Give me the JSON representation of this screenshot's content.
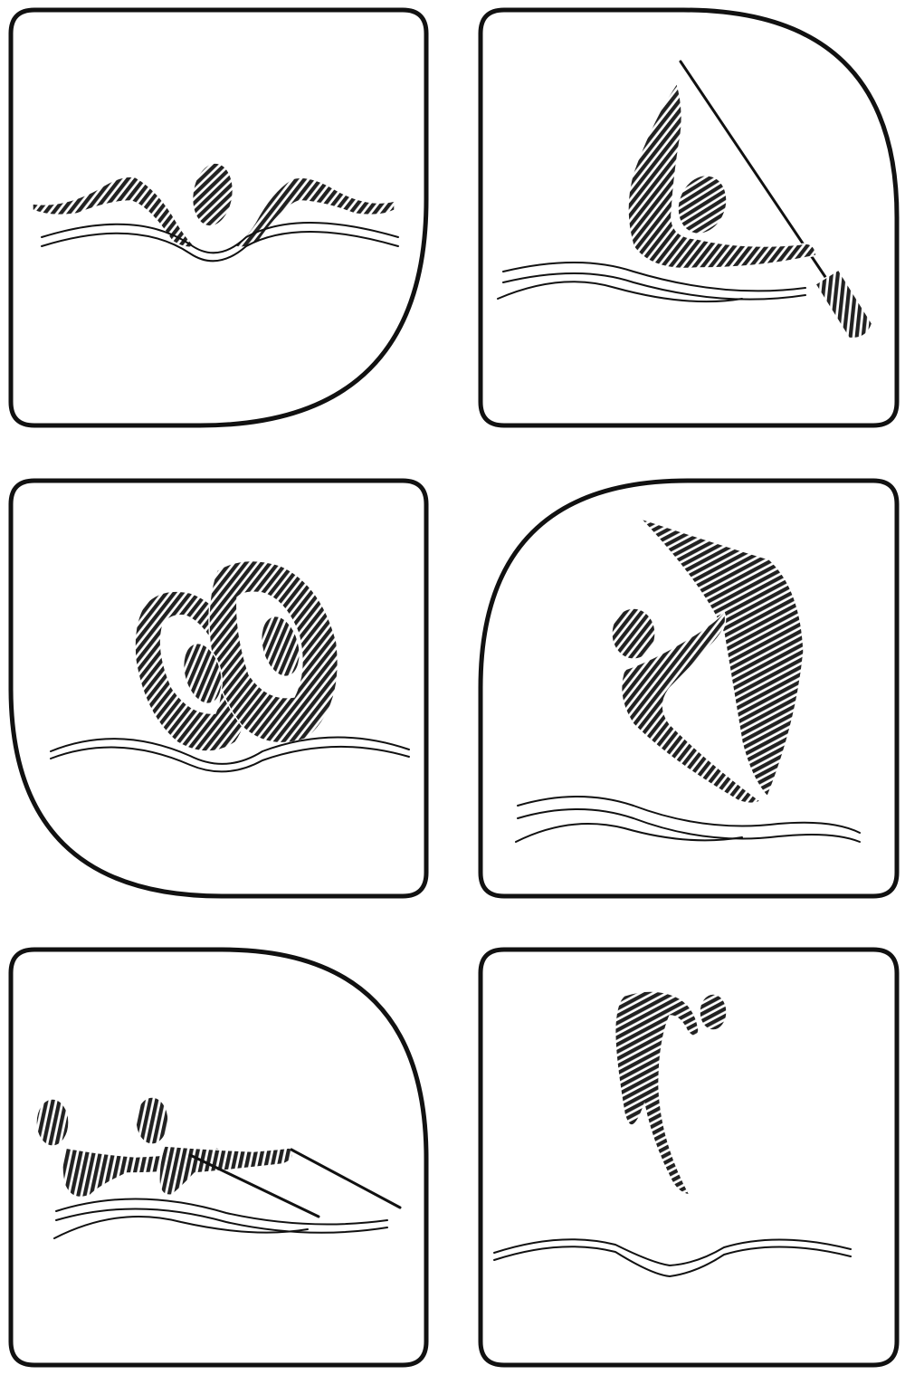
{
  "tiles": [
    {
      "icon": "swimming-butterfly-icon",
      "corner": "bottom-right-rounded"
    },
    {
      "icon": "canoe-slalom-icon",
      "corner": "top-right-rounded"
    },
    {
      "icon": "synchronised-swimming-icon",
      "corner": "bottom-left-rounded"
    },
    {
      "icon": "sailing-windsurf-icon",
      "corner": "top-left-rounded"
    },
    {
      "icon": "rowing-icon",
      "corner": "top-right-rounded"
    },
    {
      "icon": "diving-icon",
      "corner": "top-right-square"
    }
  ],
  "colors": {
    "ink": "#111111",
    "background": "#ffffff"
  }
}
